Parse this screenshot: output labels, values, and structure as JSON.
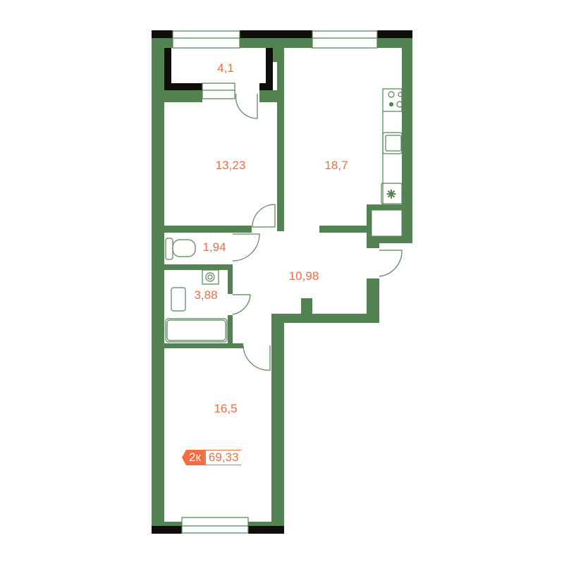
{
  "rooms": [
    {
      "id": "balcony",
      "area": "4,1"
    },
    {
      "id": "bedroom-1",
      "area": "13,23"
    },
    {
      "id": "kitchen-living",
      "area": "18,7"
    },
    {
      "id": "toilet",
      "area": "1,94"
    },
    {
      "id": "bathroom",
      "area": "3,88"
    },
    {
      "id": "hallway",
      "area": "10,98"
    },
    {
      "id": "bedroom-2",
      "area": "16,5"
    }
  ],
  "badge": {
    "type": "2к",
    "total_area": "69,33"
  },
  "colors": {
    "wall": "#548353",
    "outer": "#110d08",
    "accent": "#f26d42"
  }
}
